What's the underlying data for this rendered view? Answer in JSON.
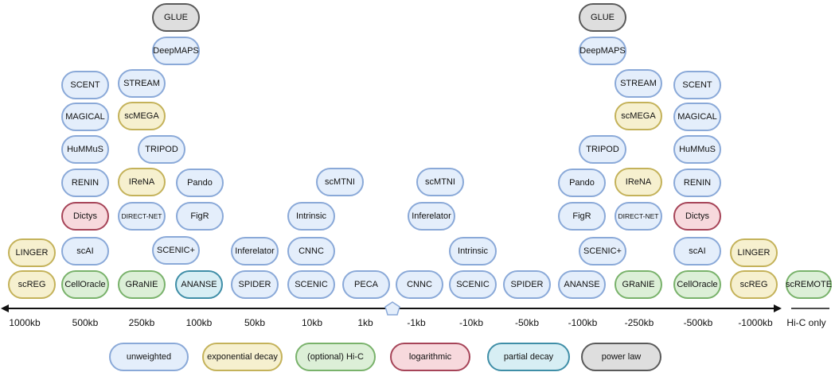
{
  "columns": [
    {
      "id": "c1000kb",
      "tools": [
        {
          "name": "LINGER",
          "type": "exponential"
        },
        {
          "name": "scREG",
          "type": "exponential"
        }
      ]
    },
    {
      "id": "c500kb",
      "tools": [
        {
          "name": "SCENT",
          "type": "unweighted"
        },
        {
          "name": "MAGICAL",
          "type": "unweighted"
        },
        {
          "name": "HuMMuS",
          "type": "unweighted"
        },
        {
          "name": "RENIN",
          "type": "unweighted"
        },
        {
          "name": "Dictys",
          "type": "logarithmic"
        },
        {
          "name": "scAI",
          "type": "unweighted"
        },
        {
          "name": "CellOracle",
          "type": "hic"
        }
      ]
    },
    {
      "id": "c250kb",
      "tools": [
        {
          "name": "GLUE",
          "type": "powerlaw"
        },
        {
          "name": "DeepMAPS",
          "type": "unweighted"
        },
        {
          "name": "STREAM",
          "type": "unweighted"
        },
        {
          "name": "scMEGA",
          "type": "exponential"
        },
        {
          "name": "TRIPOD",
          "type": "unweighted"
        },
        {
          "name": "IReNA",
          "type": "exponential"
        },
        {
          "name": "DIRECT-NET",
          "type": "unweighted"
        },
        {
          "name": "SCENIC+",
          "type": "unweighted"
        },
        {
          "name": "GRaNIE",
          "type": "hic"
        }
      ]
    },
    {
      "id": "c100kb",
      "tools": [
        {
          "name": "Pando",
          "type": "unweighted"
        },
        {
          "name": "FigR",
          "type": "unweighted"
        },
        {
          "name": "ANANSE",
          "type": "partial"
        }
      ]
    },
    {
      "id": "c50kb",
      "tools": [
        {
          "name": "Inferelator",
          "type": "unweighted"
        },
        {
          "name": "SPIDER",
          "type": "unweighted"
        }
      ]
    },
    {
      "id": "c10kb",
      "tools": [
        {
          "name": "scMTNI",
          "type": "unweighted"
        },
        {
          "name": "Intrinsic",
          "type": "unweighted"
        },
        {
          "name": "CNNC",
          "type": "unweighted"
        },
        {
          "name": "SCENIC",
          "type": "unweighted"
        }
      ]
    },
    {
      "id": "c1kb",
      "tools": [
        {
          "name": "PECA",
          "type": "unweighted"
        }
      ]
    },
    {
      "id": "cm1kb",
      "tools": [
        {
          "name": "CNNC",
          "type": "unweighted"
        }
      ]
    },
    {
      "id": "cm10kb",
      "tools": [
        {
          "name": "scMTNI",
          "type": "unweighted"
        },
        {
          "name": "Inferelator",
          "type": "unweighted"
        },
        {
          "name": "Intrinsic",
          "type": "unweighted"
        },
        {
          "name": "SCENIC",
          "type": "unweighted"
        }
      ]
    },
    {
      "id": "cm50kb",
      "tools": [
        {
          "name": "SPIDER",
          "type": "unweighted"
        }
      ]
    },
    {
      "id": "cm100kb",
      "tools": [
        {
          "name": "GLUE",
          "type": "powerlaw"
        },
        {
          "name": "DeepMAPS",
          "type": "unweighted"
        },
        {
          "name": "TRIPOD",
          "type": "unweighted"
        },
        {
          "name": "Pando",
          "type": "unweighted"
        },
        {
          "name": "FigR",
          "type": "unweighted"
        },
        {
          "name": "SCENIC+",
          "type": "unweighted"
        },
        {
          "name": "ANANSE",
          "type": "unweighted"
        }
      ]
    },
    {
      "id": "cm250kb",
      "tools": [
        {
          "name": "STREAM",
          "type": "unweighted"
        },
        {
          "name": "scMEGA",
          "type": "exponential"
        },
        {
          "name": "IReNA",
          "type": "exponential"
        },
        {
          "name": "DIRECT-NET",
          "type": "unweighted"
        },
        {
          "name": "GRaNIE",
          "type": "hic"
        }
      ]
    },
    {
      "id": "cm500kb",
      "tools": [
        {
          "name": "SCENT",
          "type": "unweighted"
        },
        {
          "name": "MAGICAL",
          "type": "unweighted"
        },
        {
          "name": "HuMMuS",
          "type": "unweighted"
        },
        {
          "name": "RENIN",
          "type": "unweighted"
        },
        {
          "name": "Dictys",
          "type": "logarithmic"
        },
        {
          "name": "scAI",
          "type": "unweighted"
        },
        {
          "name": "CellOracle",
          "type": "hic"
        }
      ]
    },
    {
      "id": "cm1000kb",
      "tools": [
        {
          "name": "LINGER",
          "type": "exponential"
        },
        {
          "name": "scREG",
          "type": "exponential"
        }
      ]
    },
    {
      "id": "chic",
      "tools": [
        {
          "name": "scREMOTE",
          "type": "hic"
        }
      ]
    }
  ],
  "axis_labels": [
    "1000kb",
    "500kb",
    "250kb",
    "100kb",
    "50kb",
    "10kb",
    "1kb",
    "-1kb",
    "-10kb",
    "-50kb",
    "-100kb",
    "-250kb",
    "-500kb",
    "-1000kb",
    "Hi-C only"
  ],
  "legend": [
    {
      "label": "unweighted",
      "type": "unweighted"
    },
    {
      "label": "exponential decay",
      "type": "exponential"
    },
    {
      "label": "(optional) Hi-C",
      "type": "hic"
    },
    {
      "label": "logarithmic",
      "type": "logarithmic"
    },
    {
      "label": "partial decay",
      "type": "partial"
    },
    {
      "label": "power law",
      "type": "powerlaw"
    }
  ],
  "colors": {
    "unweighted": {
      "fill": "#e4eefb",
      "stroke": "#8aa9d8"
    },
    "exponential": {
      "fill": "#f6f0cf",
      "stroke": "#c4b25a"
    },
    "hic": {
      "fill": "#dcefd7",
      "stroke": "#79b26b"
    },
    "logarithmic": {
      "fill": "#f7d9dd",
      "stroke": "#a64458"
    },
    "partial": {
      "fill": "#d7eef4",
      "stroke": "#3f8ea7"
    },
    "powerlaw": {
      "fill": "#dedede",
      "stroke": "#5a5a5a"
    }
  }
}
